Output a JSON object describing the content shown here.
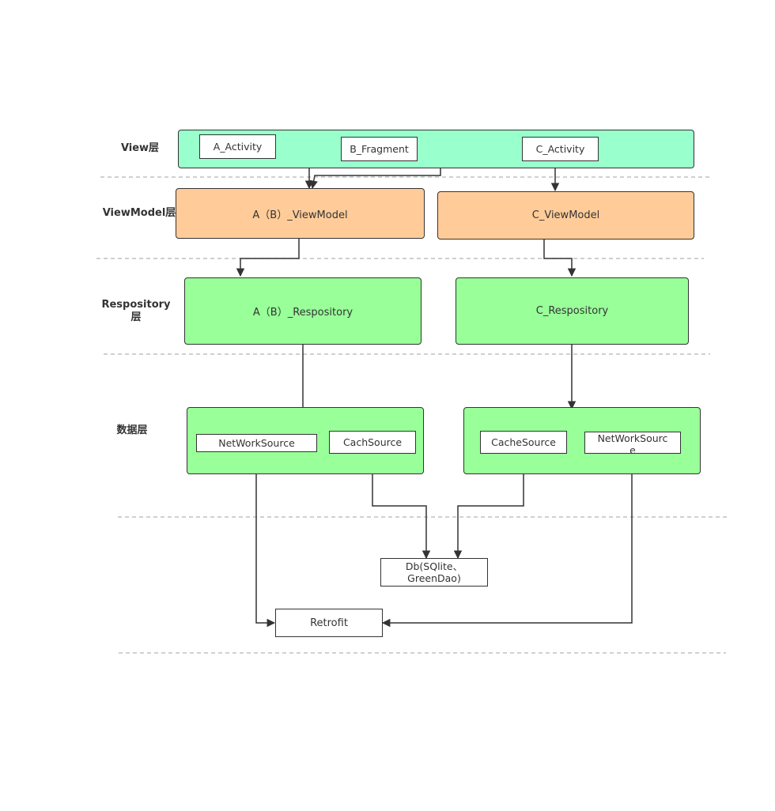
{
  "layers": {
    "view": "View层",
    "viewmodel": "ViewModel层",
    "repository_line1": "Respository",
    "repository_line2": "层",
    "data": "数据层"
  },
  "view_layer": {
    "a_activity": "A_Activity",
    "b_fragment": "B_Fragment",
    "c_activity": "C_Activity"
  },
  "viewmodel_layer": {
    "ab_viewmodel": "A（B）_ViewModel",
    "c_viewmodel": "C_ViewModel"
  },
  "repository_layer": {
    "ab_repository": "A（B）_Respository",
    "c_repository": "C_Respository"
  },
  "data_layer": {
    "left_network": "NetWorkSource",
    "left_cache": "CachSource",
    "right_cache": "CacheSource",
    "right_network_line1": "NetWorkSourc",
    "right_network_line2": "e"
  },
  "storage": {
    "db_line1": "Db(SQlite、",
    "db_line2": "GreenDao)",
    "retrofit": "Retrofit"
  },
  "colors": {
    "view_fill": "#99ffcc",
    "viewmodel_fill": "#ffcc99",
    "repository_fill": "#99ff99",
    "data_fill": "#99ff99",
    "stroke": "#333333",
    "separator": "#b3b3b3"
  }
}
